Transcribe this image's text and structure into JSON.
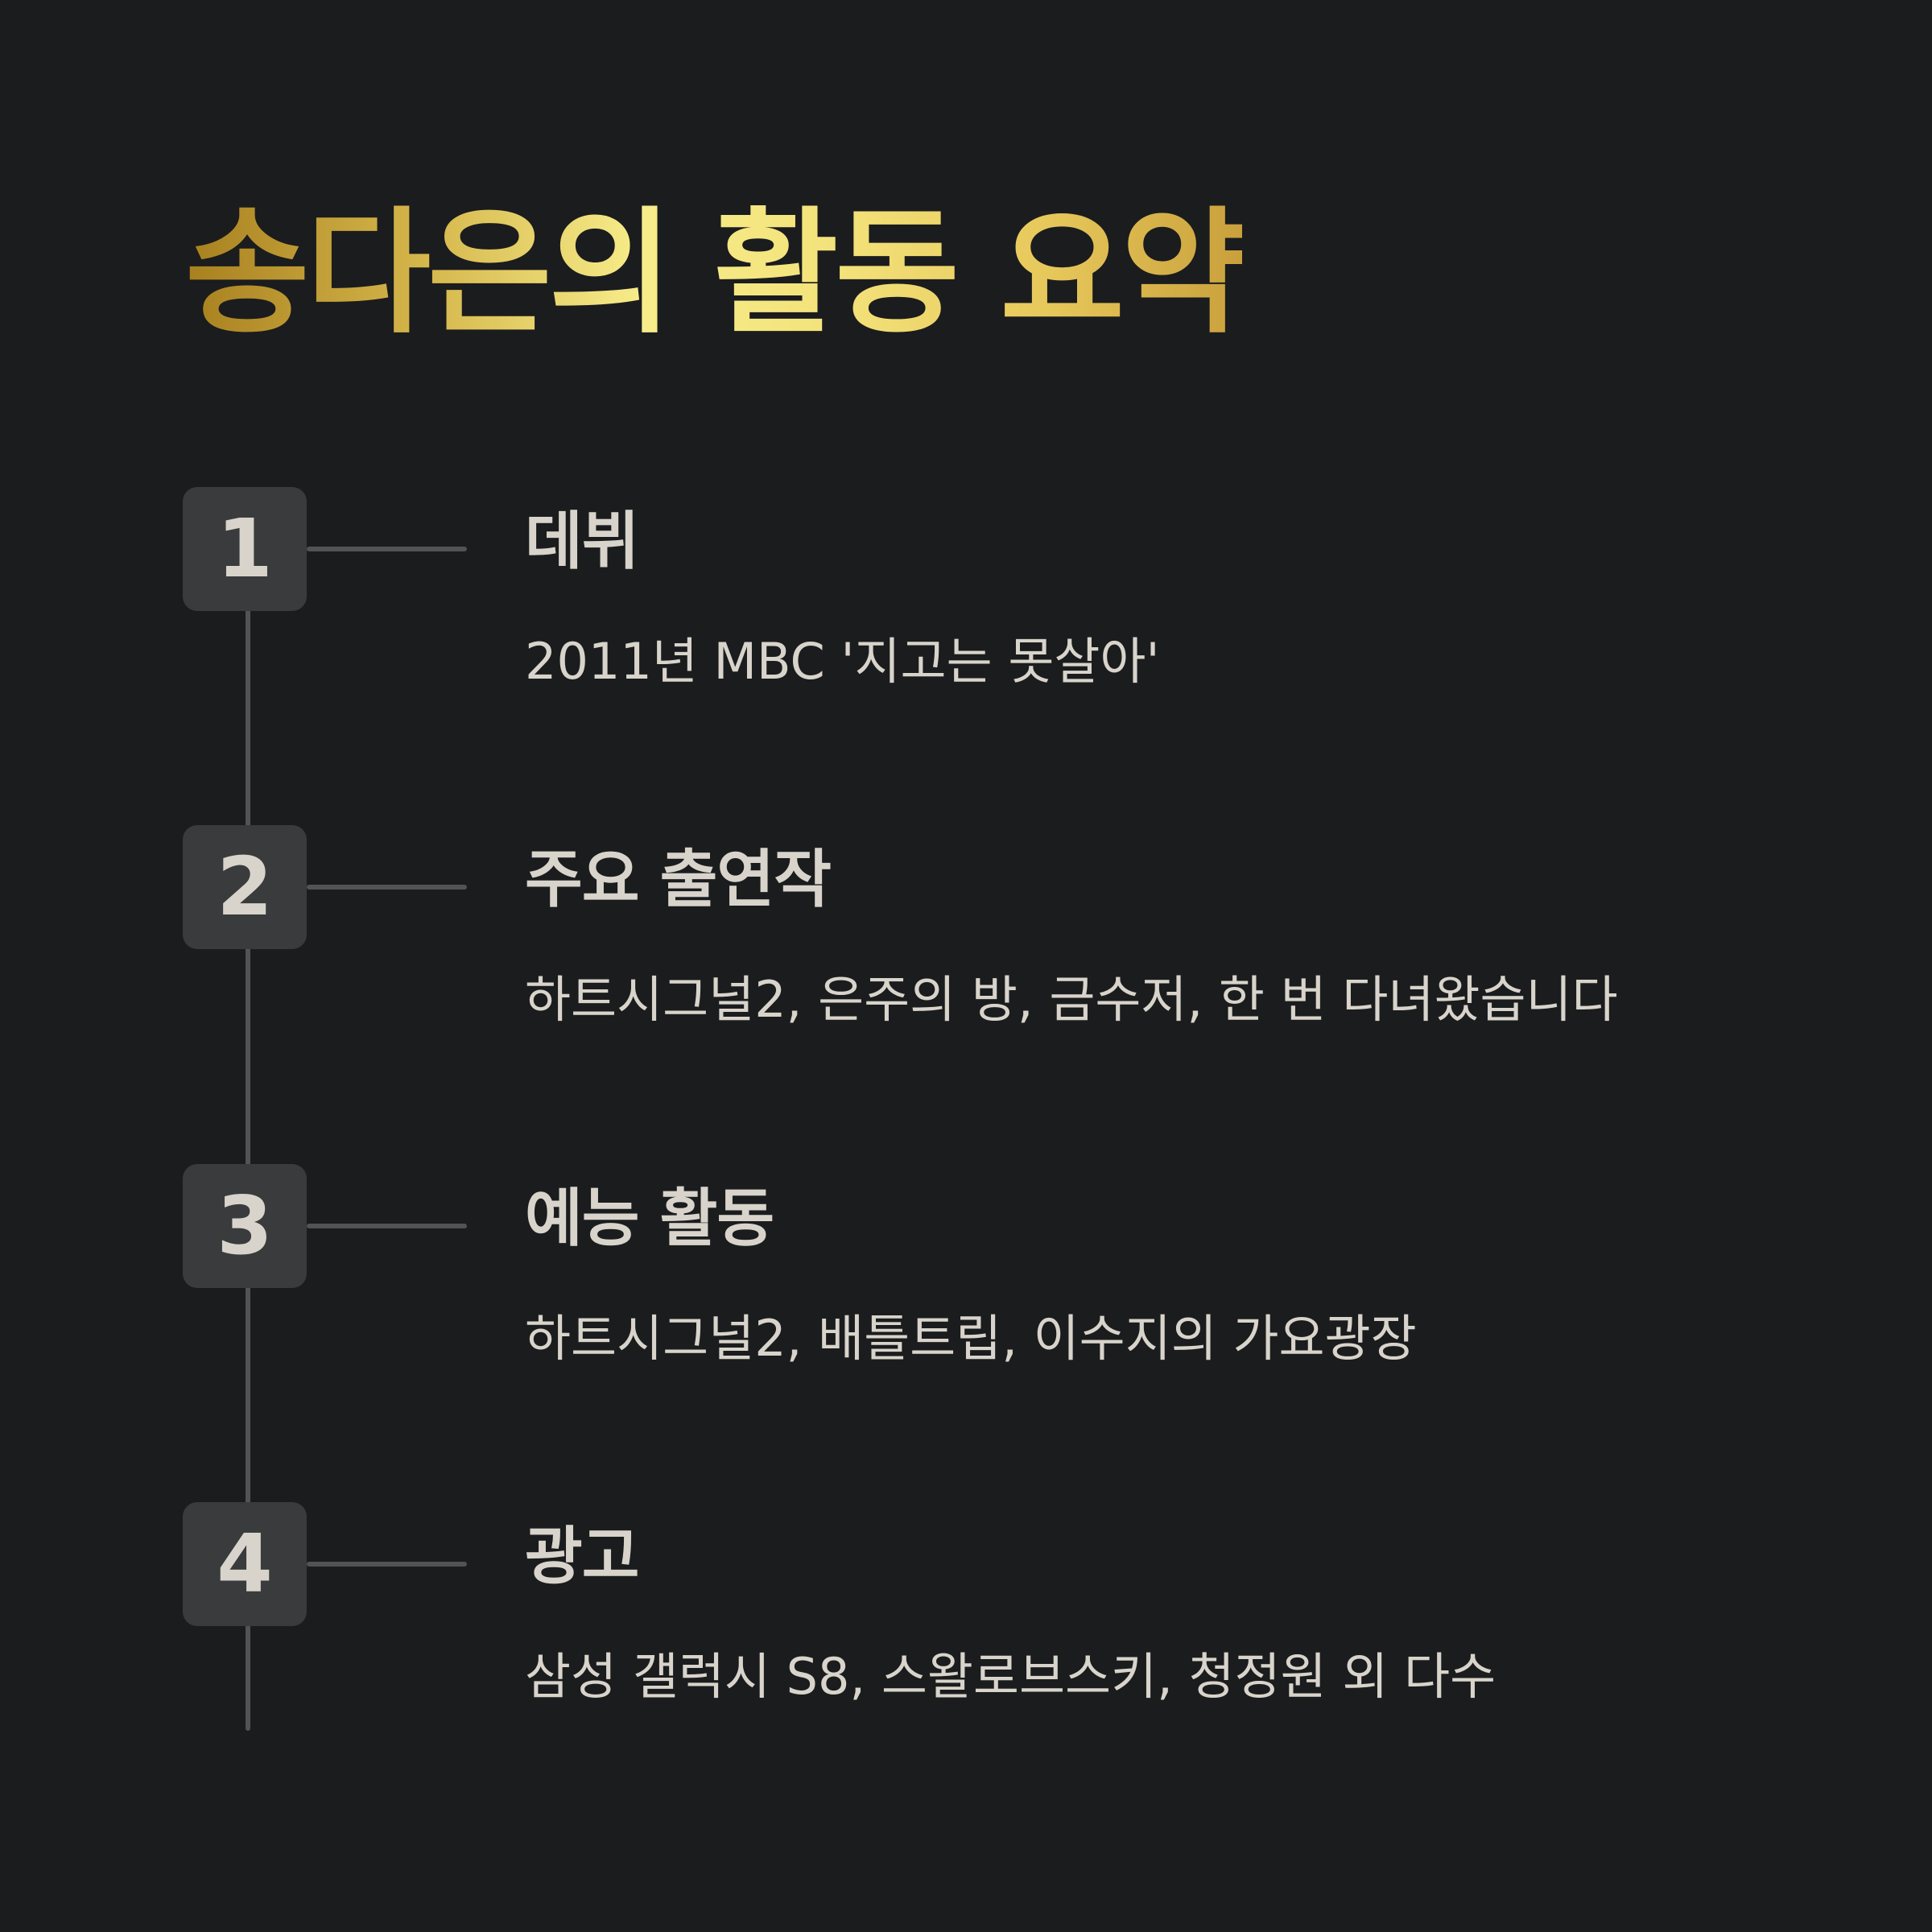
{
  "title": "송다은의 활동 요약",
  "items": [
    {
      "number": "1",
      "heading": "데뷔",
      "description": "2011년 MBC '지고는 못살아'"
    },
    {
      "number": "2",
      "heading": "주요 출연작",
      "description": "하트시그널2, 은주의 방, 금수저, 한 번 다녀왔습니다"
    },
    {
      "number": "3",
      "heading": "예능 활동",
      "description": "하트시그널2, 배틀트립, 이수지의 가요광장"
    },
    {
      "number": "4",
      "heading": "광고",
      "description": "삼성 갤럭시 S8, 스왈로브스키, 청정원 외 다수"
    }
  ],
  "colors": {
    "background": "#1b1c1e",
    "badge": "#3a3b3d",
    "line": "#525355",
    "text": "#d8d4cb",
    "title_gradient": [
      "#a8801f",
      "#f7ec8a",
      "#c9a03c"
    ]
  }
}
